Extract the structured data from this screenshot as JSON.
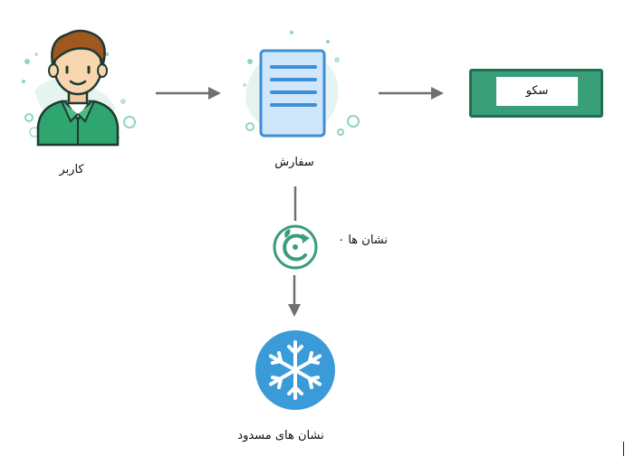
{
  "nodes": {
    "user": {
      "label": "کاربر",
      "icon": "user-avatar-icon"
    },
    "order": {
      "label": "سفارش",
      "icon": "document-icon"
    },
    "sko": {
      "label": "سکو"
    },
    "tokens": {
      "label": "نشان ها ۰",
      "icon": "refresh-leaf-icon"
    },
    "blocked_tokens": {
      "label": "نشان های مسدود",
      "icon": "snowflake-icon"
    }
  },
  "colors": {
    "arrow": "#707070",
    "green_fill": "#3a9e79",
    "green_border": "#1e7251",
    "doc_fill": "#cfe6fb",
    "doc_lines": "#3d8fd6",
    "snowflake_bg": "#3b9bd9",
    "decor_teal": "#8fd3c4"
  }
}
